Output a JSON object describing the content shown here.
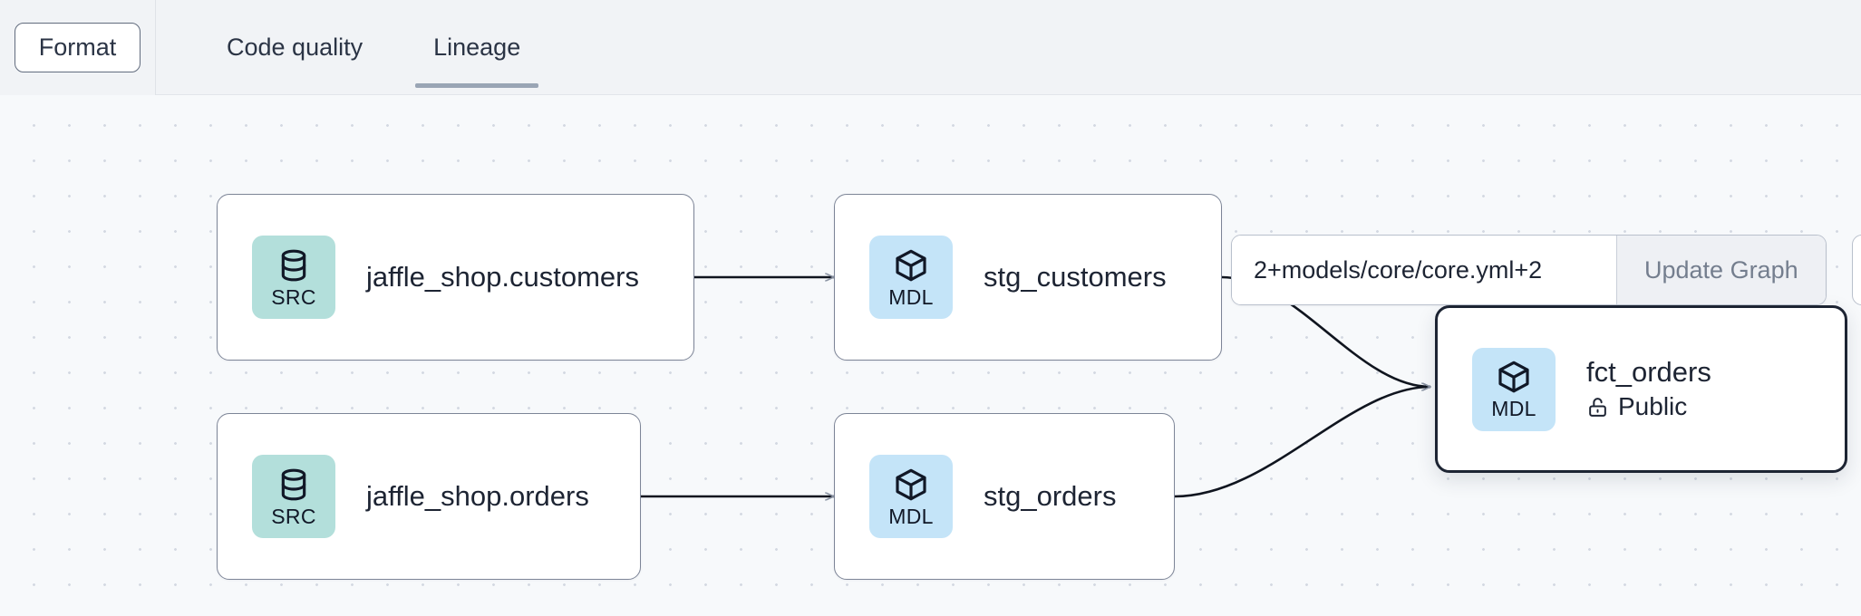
{
  "header": {
    "format_label": "Format",
    "tabs": [
      {
        "label": "Code quality",
        "active": false
      },
      {
        "label": "Lineage",
        "active": true
      }
    ]
  },
  "graph_controls": {
    "selector_value": "2+models/core/core.yml+2",
    "selector_placeholder": "2+models/core/core.yml+2",
    "update_button_label": "Update Graph"
  },
  "lineage": {
    "nodes": [
      {
        "id": "jaffle_shop_customers",
        "title": "jaffle_shop.customers",
        "badge_label": "SRC",
        "badge_type": "src",
        "subtitle": "",
        "selected": false
      },
      {
        "id": "stg_customers",
        "title": "stg_customers",
        "badge_label": "MDL",
        "badge_type": "mdl",
        "subtitle": "",
        "selected": false
      },
      {
        "id": "jaffle_shop_orders",
        "title": "jaffle_shop.orders",
        "badge_label": "SRC",
        "badge_type": "src",
        "subtitle": "",
        "selected": false
      },
      {
        "id": "stg_orders",
        "title": "stg_orders",
        "badge_label": "MDL",
        "badge_type": "mdl",
        "subtitle": "",
        "selected": false
      },
      {
        "id": "fct_orders",
        "title": "fct_orders",
        "badge_label": "MDL",
        "badge_type": "mdl",
        "subtitle": "Public",
        "selected": true
      }
    ],
    "edges": [
      {
        "from": "jaffle_shop_customers",
        "to": "stg_customers"
      },
      {
        "from": "jaffle_shop_orders",
        "to": "stg_orders"
      },
      {
        "from": "stg_customers",
        "to": "fct_orders"
      },
      {
        "from": "stg_orders",
        "to": "fct_orders"
      }
    ]
  },
  "colors": {
    "src_badge": "#b3dfdb",
    "mdl_badge": "#c4e4f8",
    "node_border": "#7d8597",
    "selected_border": "#1d2433",
    "tab_underline": "#9aa5b5",
    "canvas_bg": "#f7f9fb",
    "header_bg": "#f1f3f6"
  }
}
